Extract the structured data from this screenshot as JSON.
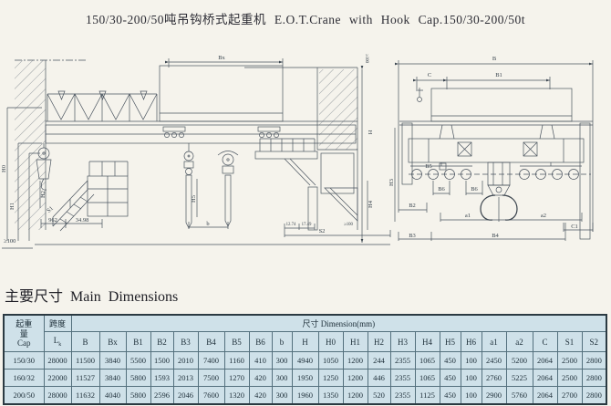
{
  "title": "150/30-200/50吨吊钩桥式起重机 E.O.T.Crane with Hook Cap.150/30-200/50t",
  "heading": {
    "zh": "主要尺寸",
    "en": "Main Dimensions"
  },
  "drawing_labels": {
    "left": {
      "bx": "Bx",
      "gte100_top": "≥100",
      "h": "H",
      "h0": "H0",
      "h1": "H1",
      "h2": "H2",
      "h4": "H4",
      "h5": "H5",
      "s1": "S1",
      "s2": "S2",
      "b": "b",
      "d962": "962",
      "d3498": "34.98",
      "d1274": "12.74",
      "d1749": "17.49",
      "gte100_right": "≥100",
      "gte100_bottom": "≥100"
    },
    "right": {
      "b": "B",
      "c": "C",
      "b1": "B1",
      "b2": "B2",
      "b3": "B3",
      "b4": "B4",
      "b5": "B5",
      "b6_1": "B6",
      "b6_2": "B6",
      "a1": "a1",
      "a2": "a2",
      "c1": "C1",
      "h3": "H3"
    }
  },
  "table": {
    "cap_header_zh": "起重量",
    "cap_header_en": "Cap",
    "span_header_zh": "跨度",
    "span_symbol_main": "L",
    "span_symbol_sub": "k",
    "dimension_header": "尺寸 Dimension(mm)",
    "columns": [
      "B",
      "Bx",
      "B1",
      "B2",
      "B3",
      "B4",
      "B5",
      "B6",
      "b",
      "H",
      "H0",
      "H1",
      "H2",
      "H3",
      "H4",
      "H5",
      "H6",
      "a1",
      "a2",
      "C",
      "S1",
      "S2"
    ],
    "rows": [
      {
        "cap": "150/30",
        "span": "28000",
        "values": [
          "11500",
          "3840",
          "5500",
          "1500",
          "2010",
          "7400",
          "1160",
          "410",
          "300",
          "4940",
          "1050",
          "1200",
          "244",
          "2355",
          "1065",
          "450",
          "100",
          "2450",
          "5200",
          "2064",
          "2500",
          "2800"
        ]
      },
      {
        "cap": "160/32",
        "span": "22000",
        "values": [
          "11527",
          "3840",
          "5800",
          "1593",
          "2013",
          "7500",
          "1270",
          "420",
          "300",
          "1950",
          "1250",
          "1200",
          "446",
          "2355",
          "1065",
          "450",
          "100",
          "2760",
          "5225",
          "2064",
          "2500",
          "2800"
        ]
      },
      {
        "cap": "200/50",
        "span": "28000",
        "values": [
          "11632",
          "4040",
          "5800",
          "2596",
          "2046",
          "7600",
          "1320",
          "420",
          "300",
          "1960",
          "1350",
          "1200",
          "520",
          "2355",
          "1125",
          "450",
          "100",
          "2900",
          "5760",
          "2064",
          "2700",
          "2800"
        ]
      }
    ]
  },
  "colors": {
    "paper": "#f5f3ec",
    "table_bg": "#cfe1e9",
    "table_grid": "#54707d",
    "table_border": "#2b3a42",
    "ink": "#1d2e38",
    "line": "#4a545f"
  }
}
